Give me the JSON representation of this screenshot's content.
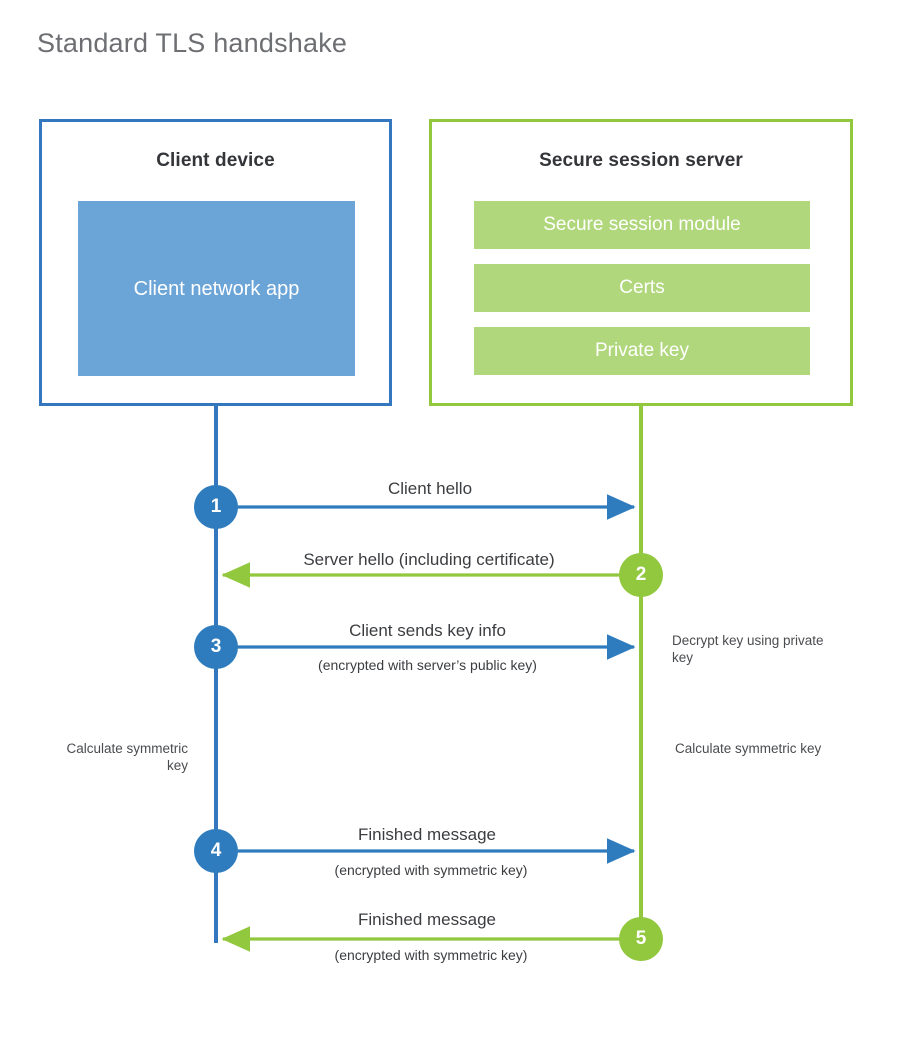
{
  "page": {
    "title": "Standard TLS handshake"
  },
  "colors": {
    "client_accent": "#3577be",
    "client_circle": "#2e7cbe",
    "client_block": "#6ba4d7",
    "server_accent": "#92c83e",
    "server_block": "#b0d77b",
    "title_text": "#6d6f72",
    "body_text": "#3b3d40",
    "background": "#ffffff"
  },
  "client": {
    "title": "Client device",
    "blocks": [
      {
        "label": "Client network app"
      }
    ]
  },
  "server": {
    "title": "Secure session server",
    "blocks": [
      {
        "label": "Secure session module"
      },
      {
        "label": "Certs"
      },
      {
        "label": "Private key"
      }
    ]
  },
  "steps": [
    {
      "number": "1",
      "label": "Client hello",
      "sub": "",
      "direction": "client-to-server",
      "color": "blue"
    },
    {
      "number": "2",
      "label": "Server hello (including certificate)",
      "sub": "",
      "direction": "server-to-client",
      "color": "green"
    },
    {
      "number": "3",
      "label": "Client sends key info",
      "sub": "(encrypted with server’s public key)",
      "direction": "client-to-server",
      "color": "blue"
    },
    {
      "number": "4",
      "label": "Finished message",
      "sub": "(encrypted with symmetric key)",
      "direction": "client-to-server",
      "color": "blue"
    },
    {
      "number": "5",
      "label": "Finished message",
      "sub": "(encrypted with symmetric key)",
      "direction": "server-to-client",
      "color": "green"
    }
  ],
  "notes": {
    "decrypt_key": "Decrypt key using private key",
    "calculate_symmetric_key_client": "Calculate symmetric key",
    "calculate_symmetric_key_server": "Calculate symmetric key"
  }
}
